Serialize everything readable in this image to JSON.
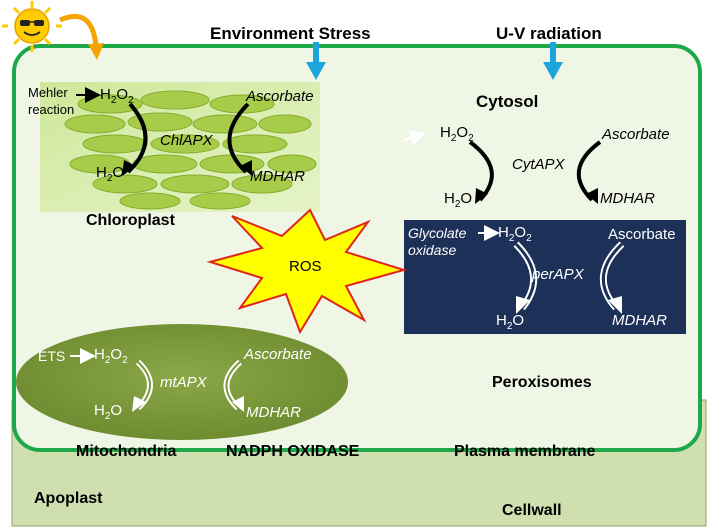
{
  "top": {
    "env_stress": "Environment Stress",
    "uv": "U-V radiation"
  },
  "chloroplast": {
    "mehler": "Mehler",
    "reaction": "reaction",
    "h2o2": "H2O2",
    "ascorbate": "Ascorbate",
    "enzyme": "ChlAPX",
    "h2o": "H2O",
    "mdhar": "MDHAR",
    "label": "Chloroplast"
  },
  "cytosol": {
    "label": "Cytosol",
    "h2o2": "H2O2",
    "ascorbate": "Ascorbate",
    "enzyme": "CytAPX",
    "h2o": "H2O",
    "mdhar": "MDHAR"
  },
  "ros": "ROS",
  "peroxisome": {
    "glycolate": "Glycolate",
    "oxidase": "oxidase",
    "h2o2": "H2O2",
    "ascorbate": "Ascorbate",
    "enzyme": "perAPX",
    "h2o": "H2O",
    "mdhar": "MDHAR",
    "label": "Peroxisomes"
  },
  "mitochondria": {
    "ets": "ETS",
    "h2o2": "H2O2",
    "ascorbate": "Ascorbate",
    "enzyme": "mtAPX",
    "h2o": "H2O",
    "mdhar": "MDHAR",
    "label": "Mitochondria"
  },
  "bottom": {
    "nadph": "NADPH OXIDASE",
    "plasma": "Plasma membrane",
    "apoplast": "Apoplast",
    "cellwall": "Cellwall"
  },
  "colors": {
    "cell_border": "#1fa84a",
    "cytoplasm": "#f0f6e6",
    "cellwall": "#cfdfb0",
    "stress_arrow": "#1ea4dc",
    "peroxisome": "#1c3058",
    "mitochondria": "#7d9a3a",
    "ros_star": "#ffff00",
    "ros_border": "#e0251c",
    "sun": "#ffcc00"
  }
}
